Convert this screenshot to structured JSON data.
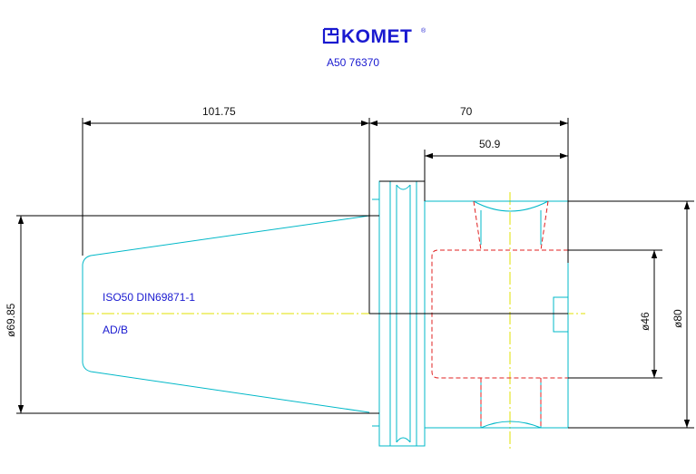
{
  "header": {
    "brand": "KOMET",
    "trademark": "®",
    "article_number": "A50 76370"
  },
  "dimensions": {
    "shank_length": "101.75",
    "overall_body_length": "70",
    "bore_depth": "50.9",
    "taper_diameter": "ø69.85",
    "bore_diameter": "ø46",
    "outer_diameter": "ø80"
  },
  "notes": {
    "taper_standard": "ISO50 DIN69871-1",
    "coolant_form": "AD/B"
  },
  "colors": {
    "outline": "#000000",
    "body": "#00b8c8",
    "hidden": "#e02020",
    "center": "#e0e000",
    "text": "#1a1ad0"
  }
}
